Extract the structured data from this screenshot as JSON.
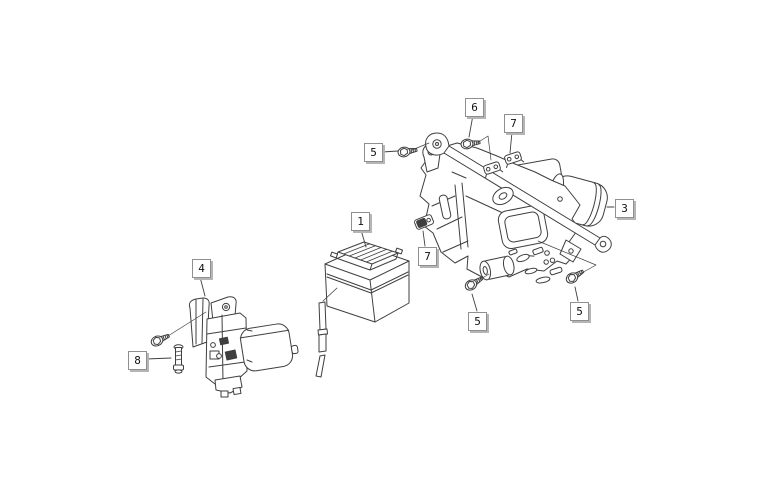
{
  "diagram": {
    "type": "exploded-parts-diagram",
    "background_color": "#ffffff",
    "line_color": "#3f3f3f",
    "callout_style": {
      "background": "#ffffff",
      "border_color": "#8f8f8f",
      "shadow_color": "#b5b5b5",
      "text_color": "#111111"
    }
  },
  "callouts": [
    {
      "number": "1"
    },
    {
      "number": "3"
    },
    {
      "number": "4"
    },
    {
      "number": "5"
    },
    {
      "number": "5"
    },
    {
      "number": "5"
    },
    {
      "number": "6"
    },
    {
      "number": "7"
    },
    {
      "number": "7"
    },
    {
      "number": "8"
    }
  ]
}
